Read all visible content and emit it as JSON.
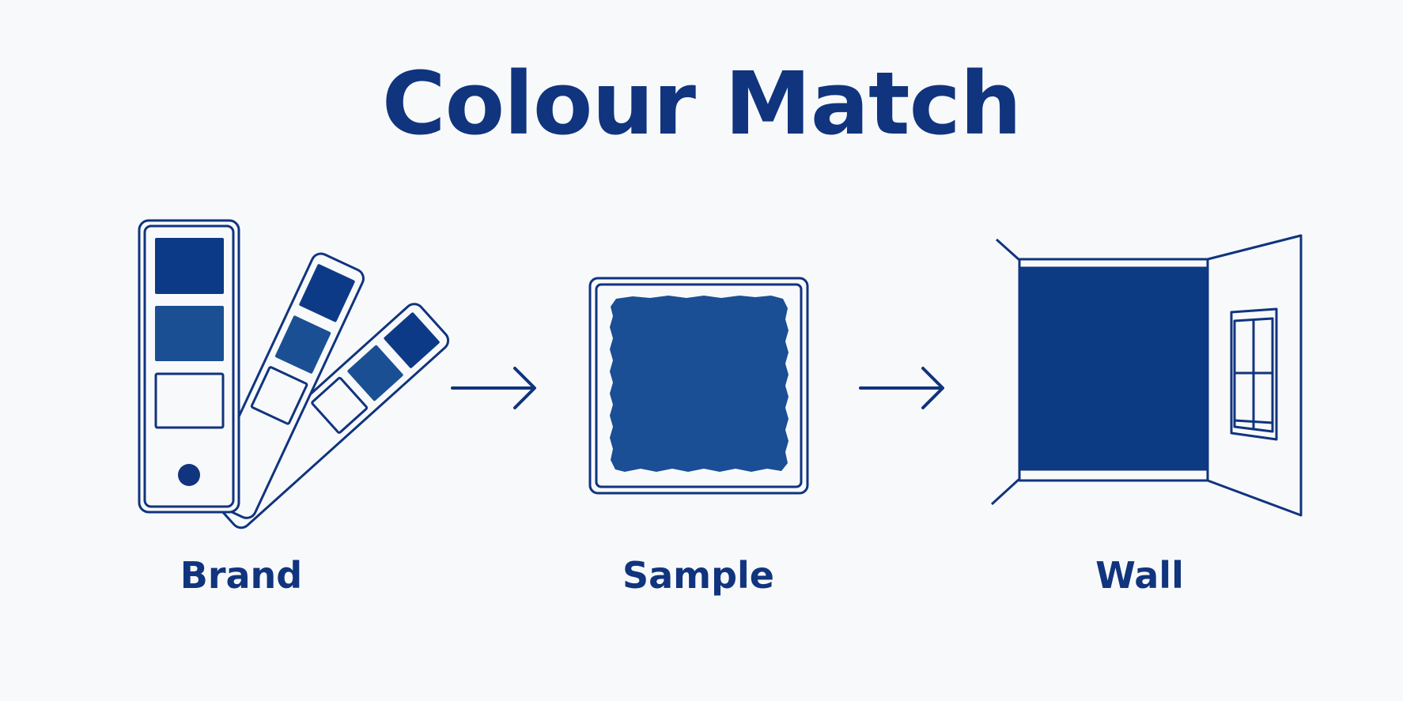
{
  "title": "Colour Match",
  "steps": [
    {
      "label": "Brand",
      "icon": "paint-swatch-fan-icon"
    },
    {
      "label": "Sample",
      "icon": "paint-sample-patch-icon"
    },
    {
      "label": "Wall",
      "icon": "painted-wall-room-icon"
    }
  ],
  "connectors": [
    "right-arrow-icon",
    "right-arrow-icon"
  ],
  "colors": {
    "ink": "#10347e",
    "swatch_dark": "#0d3a86",
    "swatch_medium": "#1a4f93",
    "sample_fill": "#1a4e95",
    "wall_fill": "#0c3b84",
    "background": "#f8f9fb"
  }
}
